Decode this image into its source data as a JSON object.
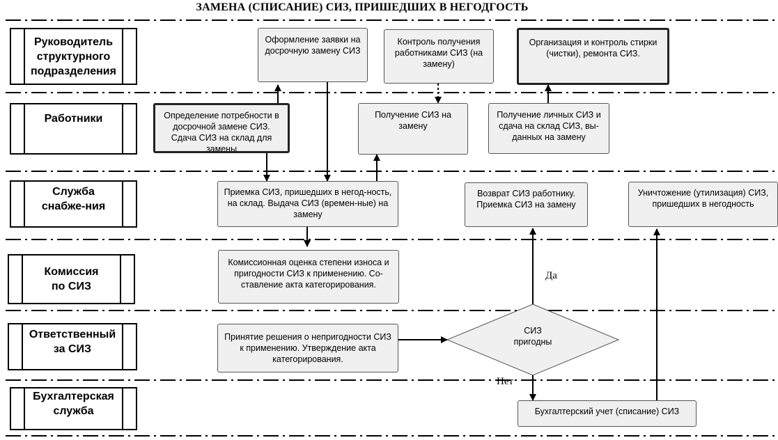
{
  "title": "ЗАМЕНА (СПИСАНИЕ) СИЗ, ПРИШЕДШИХ В НЕГОДГОСТЬ",
  "lanes": [
    {
      "label": "Руководитель структурного подразделения"
    },
    {
      "label": "Работники"
    },
    {
      "label": "Служба снабже-ния"
    },
    {
      "label": "Комиссия по СИЗ"
    },
    {
      "label": "Ответственный за СИЗ"
    },
    {
      "label": "Бухгалтерская служба"
    }
  ],
  "nodes": {
    "request": "Оформление заявки на досрочную замену СИЗ",
    "control_receipt": "Контроль получения работниками СИЗ (на замену)",
    "organize_wash": "Организация и контроль стирки (чистки), ремонта СИЗ.",
    "need": "Определение потребности в досрочной замене СИЗ. Сдача СИЗ на склад для замены",
    "receive": "Получение СИЗ на замену",
    "receive_personal": "Получение личных СИЗ и сдача на склад СИЗ, вы-данных на замену",
    "accept": "Приемка СИЗ, пришедших в негод-ность, на склад. Выдача СИЗ (времен-ные) на замену",
    "return": "Возврат СИЗ работнику. Приемка СИЗ на замену",
    "destroy": "Уничтожение (утилизация) СИЗ, пришедших в негодность",
    "commission": "Комиссионная оценка степени износа и пригодности СИЗ к применению. Со-ставление акта категорирования.",
    "decision": "Принятие решения о непригодности СИЗ к применению.  Утверждение акта категорирования.",
    "diamond": "СИЗ пригодны",
    "accounting": "Бухгалтерский учет (списание) СИЗ"
  },
  "labels": {
    "yes": "Да",
    "no": "Нет"
  }
}
